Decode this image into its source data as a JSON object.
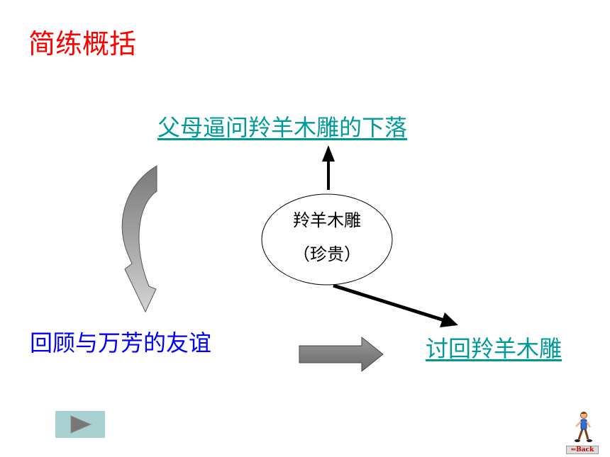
{
  "slide": {
    "title": "简练概括",
    "top_link": "父母逼问羚羊木雕的下落",
    "center_node": {
      "line1": "羚羊木雕",
      "line2": "（珍贵）"
    },
    "left_text": "回顾与万芳的友谊",
    "bottom_link": "讨回羚羊木雕"
  },
  "nav": {
    "back_label": "Back",
    "back_arrow": "⇐"
  },
  "colors": {
    "title": "#ff0000",
    "link": "#009999",
    "friendship": "#0000ff",
    "play_button": "#a9d1d1",
    "gray_arrow": "#8c8c8c"
  }
}
